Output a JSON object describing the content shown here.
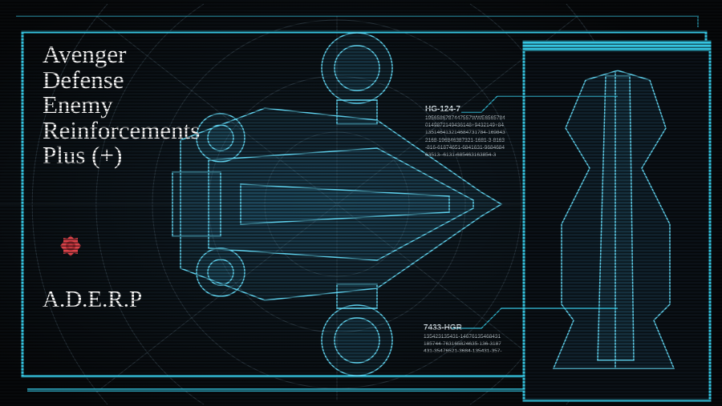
{
  "title_lines": [
    "Avenger",
    "Defense",
    "Enemy",
    "Reinforcements",
    "Plus (+)"
  ],
  "abbreviation": "A.D.E.R.P",
  "emblem_icon": "red-gear-emblem-icon",
  "callouts": [
    {
      "label": "HG-124-7",
      "lines": [
        "1956586787447557WWE6565784",
        "0149872149436148+9432149+84",
        "135146413214684731784-169843",
        "2168-196846387321-1681-3-8163",
        "-816-61874651-6841631-9684684",
        "63513--6131-685463163854-3"
      ]
    },
    {
      "label": "7433-HGR",
      "lines": [
        "135423135431-14676135468431",
        "185744-763165824635-136-3187",
        "431-35476521-3684-135431-357-"
      ]
    }
  ],
  "colors": {
    "frame": "#35c4e0",
    "blueprint": "#5fd0ec",
    "emblem": "#d9434a",
    "background": "#0a0d10"
  }
}
